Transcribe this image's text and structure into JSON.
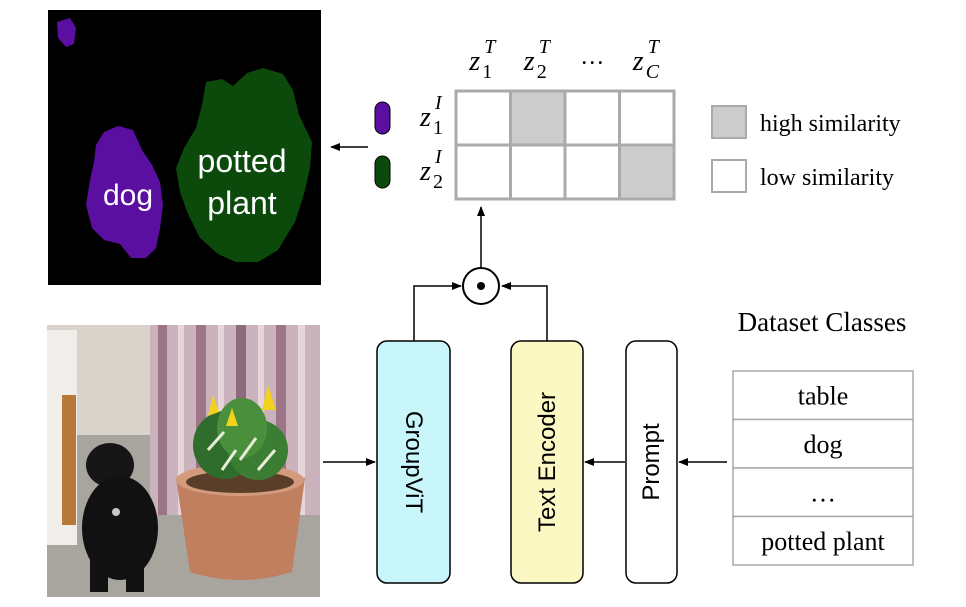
{
  "segmentation": {
    "dog_label": "dog",
    "plant_label_line1": "potted",
    "plant_label_line2": "plant",
    "dog_color": "#5a0fa0",
    "plant_color": "#0c4a0c"
  },
  "matrix": {
    "col_headers": [
      {
        "base": "z",
        "sub": "1",
        "sup": "T"
      },
      {
        "base": "z",
        "sub": "2",
        "sup": "T"
      },
      {
        "base": "…",
        "sub": "",
        "sup": ""
      },
      {
        "base": "z",
        "sub": "C",
        "sup": "T"
      }
    ],
    "row_headers": [
      {
        "base": "z",
        "sub": "1",
        "sup": "I",
        "swatch": "#5a0fa0"
      },
      {
        "base": "z",
        "sub": "2",
        "sup": "I",
        "swatch": "#0c4a0c"
      }
    ],
    "cells": [
      [
        "low",
        "high",
        "low",
        "low"
      ],
      [
        "low",
        "low",
        "low",
        "high"
      ]
    ]
  },
  "legend": {
    "high_label": "high similarity",
    "low_label": "low similarity",
    "high_color": "#cccccc",
    "low_color": "#ffffff"
  },
  "operator": {
    "symbol": "⊙"
  },
  "encoders": {
    "groupvit": "GroupViT",
    "text_encoder": "Text Encoder",
    "prompt": "Prompt",
    "groupvit_color": "#c8f6fb",
    "text_encoder_color": "#fbf8c4"
  },
  "dataset": {
    "title": "Dataset Classes",
    "classes": [
      "table",
      "dog",
      "…",
      "potted plant"
    ]
  }
}
